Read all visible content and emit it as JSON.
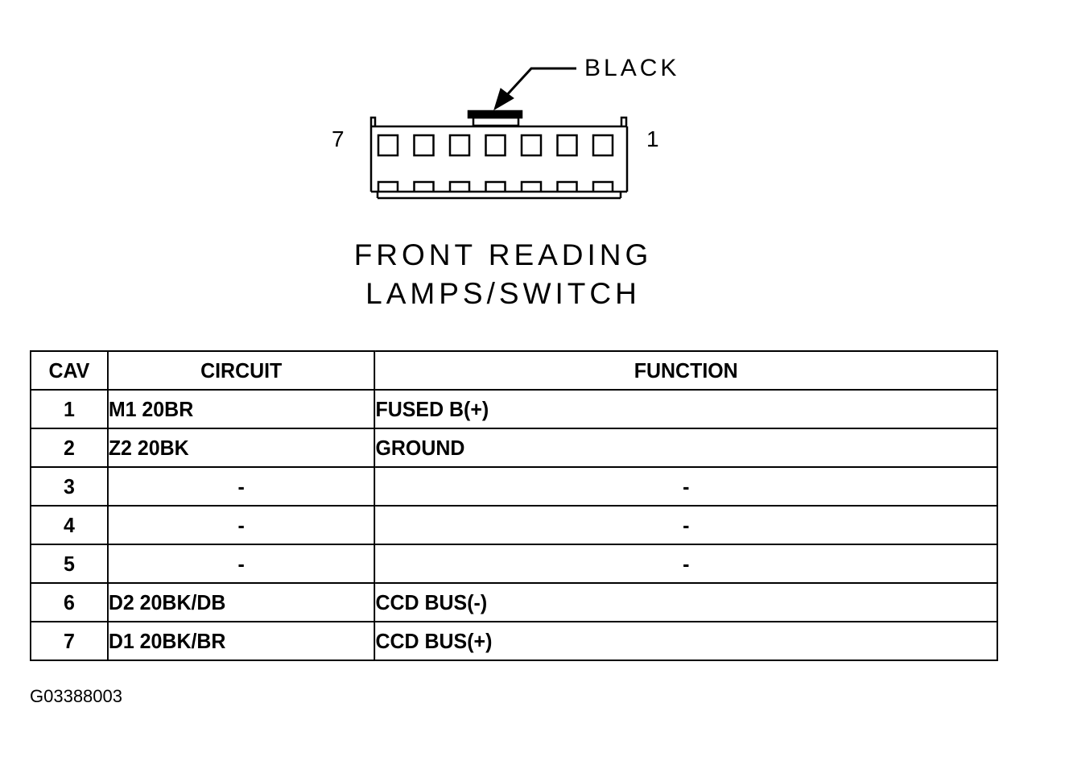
{
  "connector": {
    "color_label": "BLACK",
    "pin_left_label": "7",
    "pin_right_label": "1",
    "title_line_1": "FRONT READING",
    "title_line_2": "LAMPS/SWITCH"
  },
  "table": {
    "headers": {
      "cav": "CAV",
      "circuit": "CIRCUIT",
      "function": "FUNCTION"
    },
    "rows": [
      {
        "cav": "1",
        "circuit": "M1 20BR",
        "function": "FUSED B(+)"
      },
      {
        "cav": "2",
        "circuit": "Z2 20BK",
        "function": "GROUND"
      },
      {
        "cav": "3",
        "circuit": "-",
        "function": "-"
      },
      {
        "cav": "4",
        "circuit": "-",
        "function": "-"
      },
      {
        "cav": "5",
        "circuit": "-",
        "function": "-"
      },
      {
        "cav": "6",
        "circuit": "D2 20BK/DB",
        "function": "CCD BUS(-)"
      },
      {
        "cav": "7",
        "circuit": "D1 20BK/BR",
        "function": "CCD BUS(+)"
      }
    ]
  },
  "figure_code": "G03388003"
}
